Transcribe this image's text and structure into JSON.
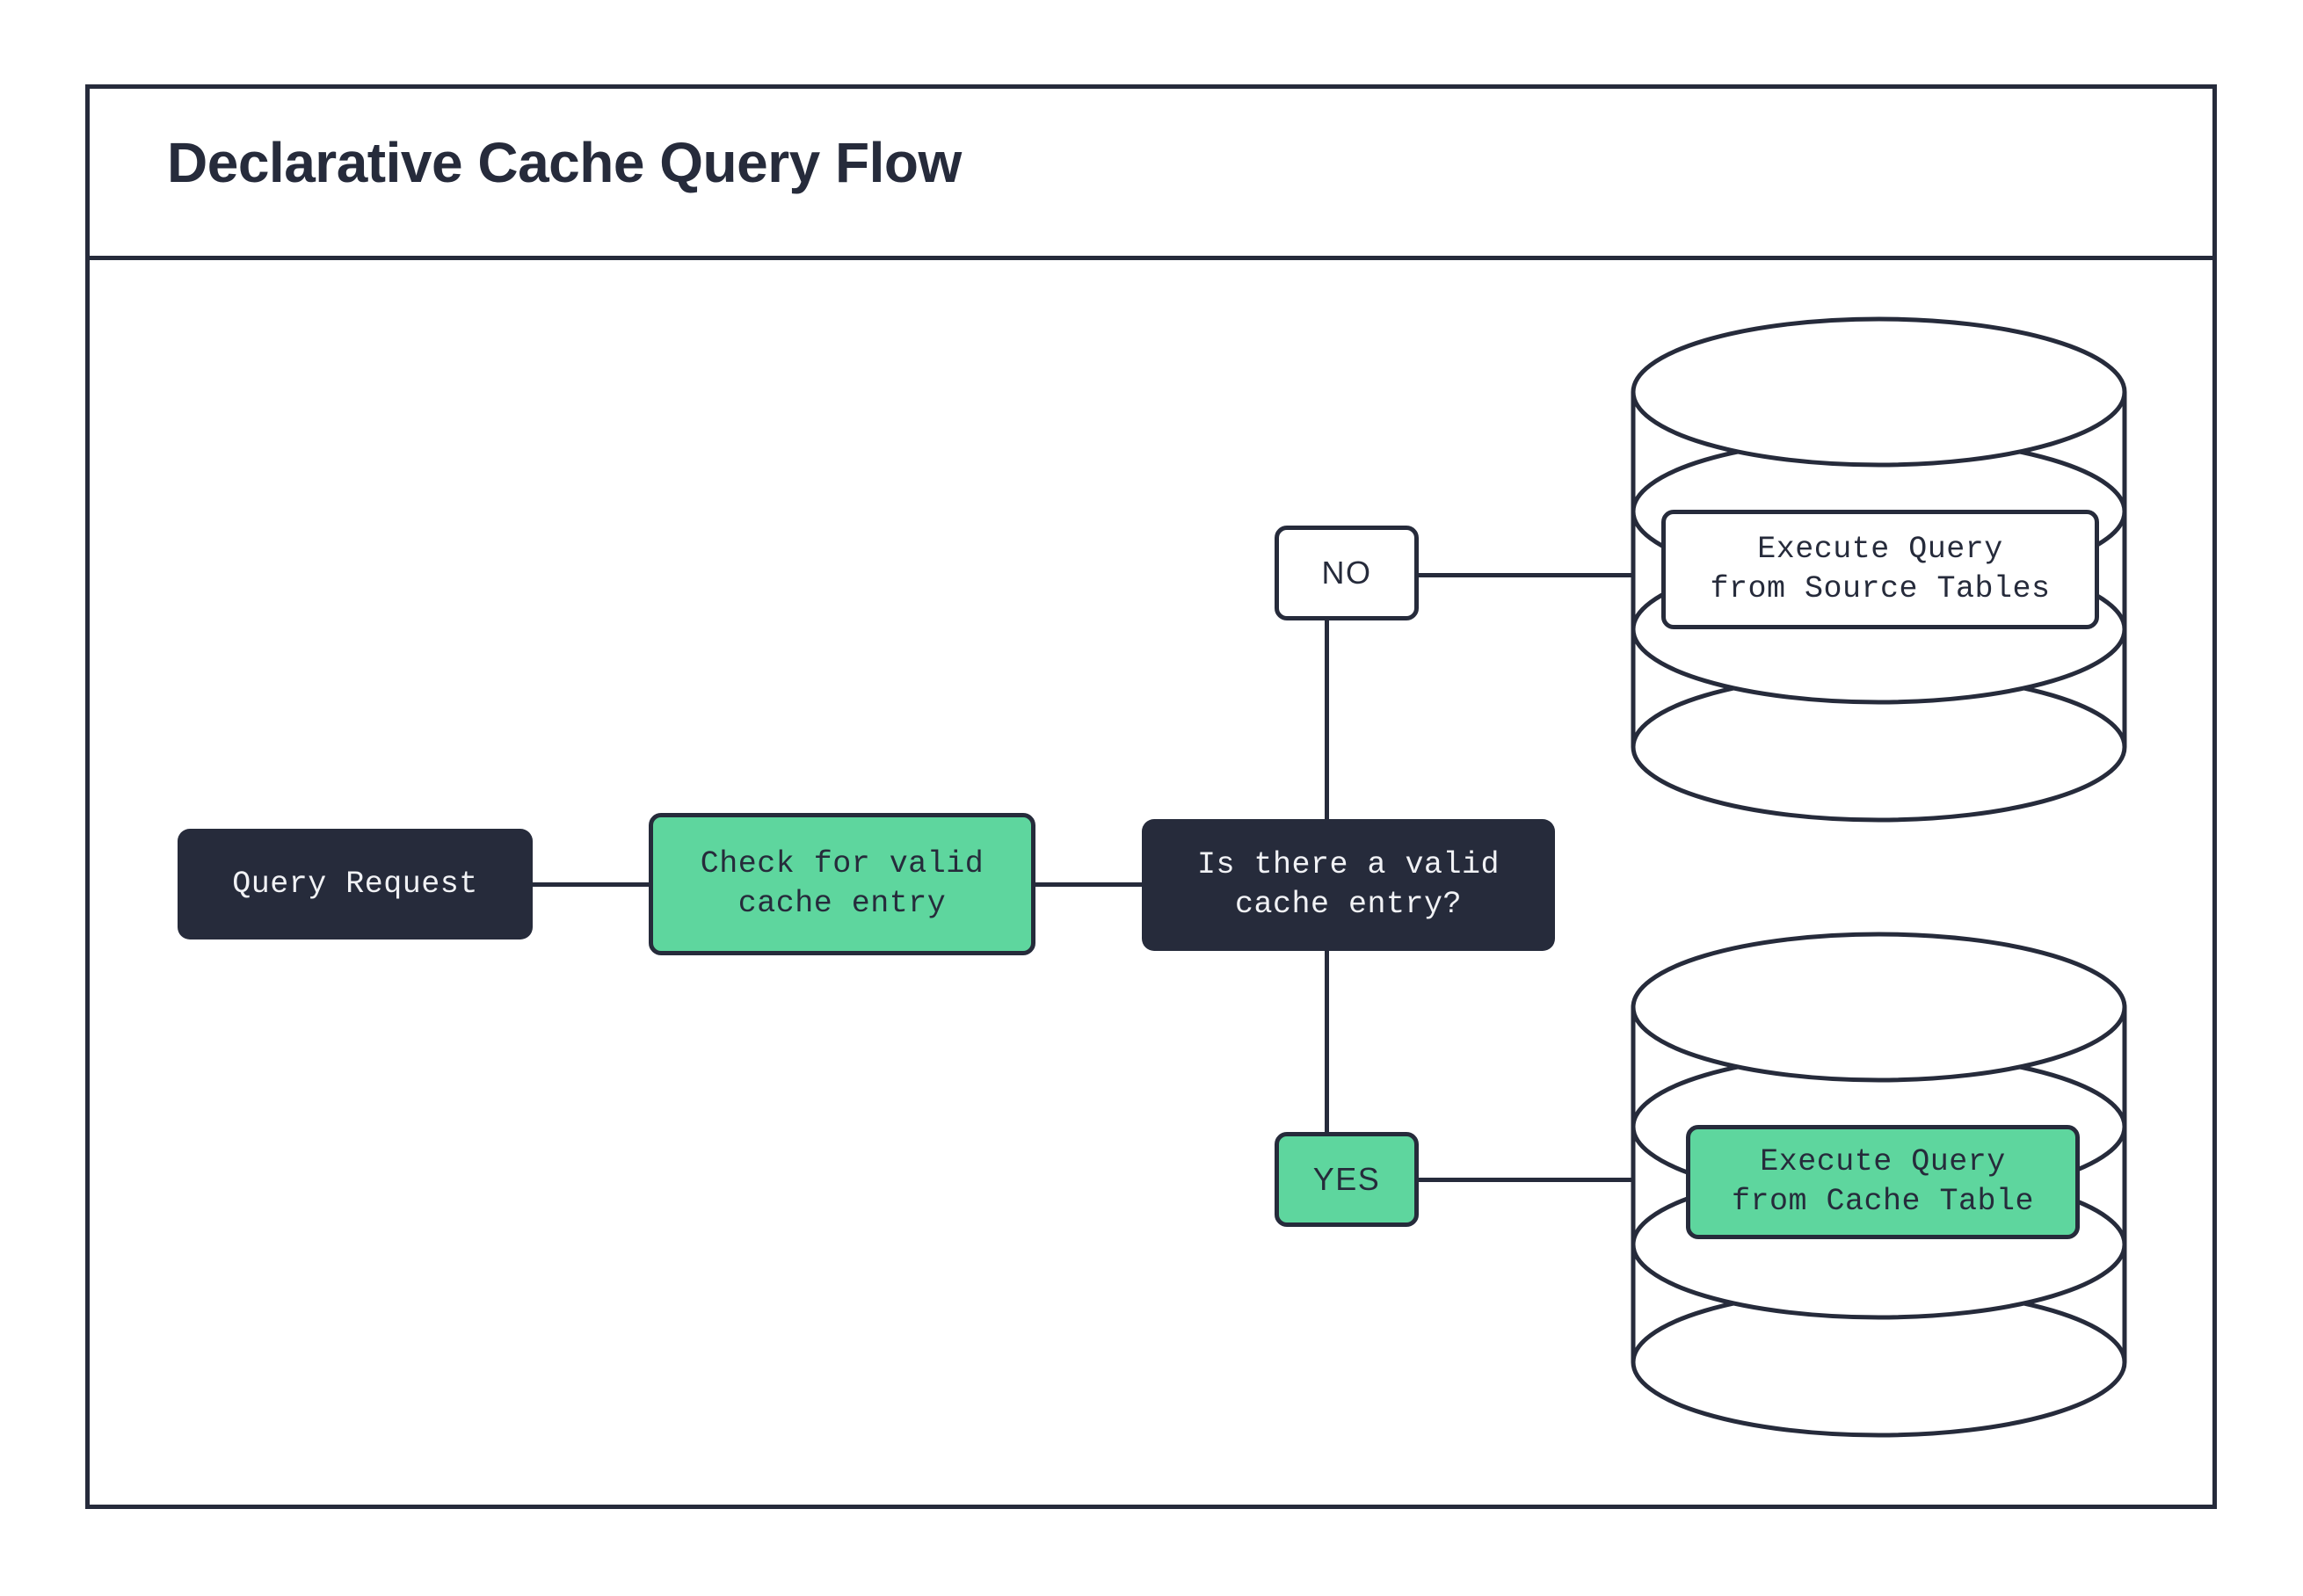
{
  "diagram": {
    "title": "Declarative Cache Query Flow",
    "type": "flowchart",
    "colors": {
      "dark": "#262b3b",
      "green": "#5ed69e",
      "white": "#ffffff",
      "text_light": "#f1f2f5"
    },
    "nodes": [
      {
        "id": "query-request",
        "label": "Query Request",
        "shape": "rounded-rect",
        "style": "dark"
      },
      {
        "id": "check-cache",
        "label": "Check for valid\ncache entry",
        "shape": "rounded-rect",
        "style": "green"
      },
      {
        "id": "decision",
        "label": "Is there a valid\ncache entry?",
        "shape": "rounded-rect",
        "style": "dark"
      },
      {
        "id": "execute-source",
        "label": "Execute Query\nfrom Source Tables",
        "shape": "rounded-rect-on-cylinder",
        "style": "white"
      },
      {
        "id": "execute-cache",
        "label": "Execute Query\nfrom Cache Table",
        "shape": "rounded-rect-on-cylinder",
        "style": "green"
      }
    ],
    "branch_labels": [
      {
        "id": "no",
        "label": "NO",
        "style": "white"
      },
      {
        "id": "yes",
        "label": "YES",
        "style": "green"
      }
    ],
    "databases": [
      {
        "id": "source-db",
        "attached_to": "execute-source"
      },
      {
        "id": "cache-db",
        "attached_to": "execute-cache"
      }
    ],
    "edges": [
      {
        "from": "query-request",
        "to": "check-cache",
        "label": ""
      },
      {
        "from": "check-cache",
        "to": "decision",
        "label": ""
      },
      {
        "from": "decision",
        "to": "no",
        "label": ""
      },
      {
        "from": "no",
        "to": "execute-source",
        "label": ""
      },
      {
        "from": "decision",
        "to": "yes",
        "label": ""
      },
      {
        "from": "yes",
        "to": "execute-cache",
        "label": ""
      }
    ]
  }
}
